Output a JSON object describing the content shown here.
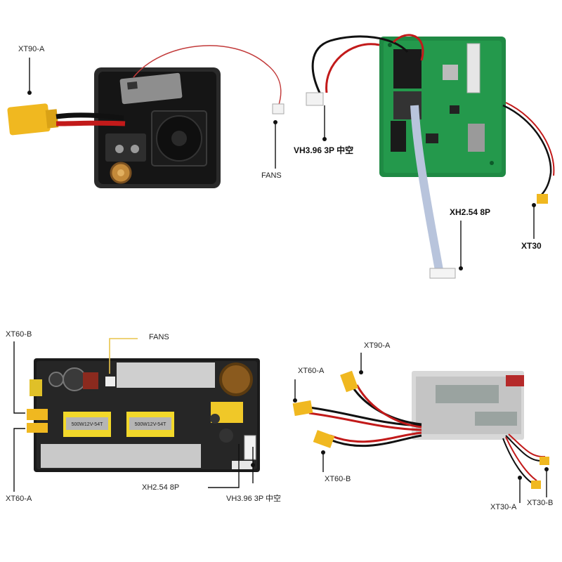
{
  "labels": {
    "p1_xt90": "XT90-A",
    "p1_fans": "FANS",
    "p2_vh396": "VH3.96 3P 中空",
    "p2_xh254": "XH2.54 8P",
    "p2_xt30": "XT30",
    "p3_xt60b": "XT60-B",
    "p3_fans": "FANS",
    "p3_xt60a": "XT60-A",
    "p3_xh254": "XH2.54 8P",
    "p3_vh396": "VH3.96 3P 中空",
    "p4_xt90": "XT90-A",
    "p4_xt60a": "XT60-A",
    "p4_xt60b": "XT60-B",
    "p4_xt30a": "XT30-A",
    "p4_xt30b": "XT30-B"
  },
  "transformer_text": "500W12V-54T"
}
